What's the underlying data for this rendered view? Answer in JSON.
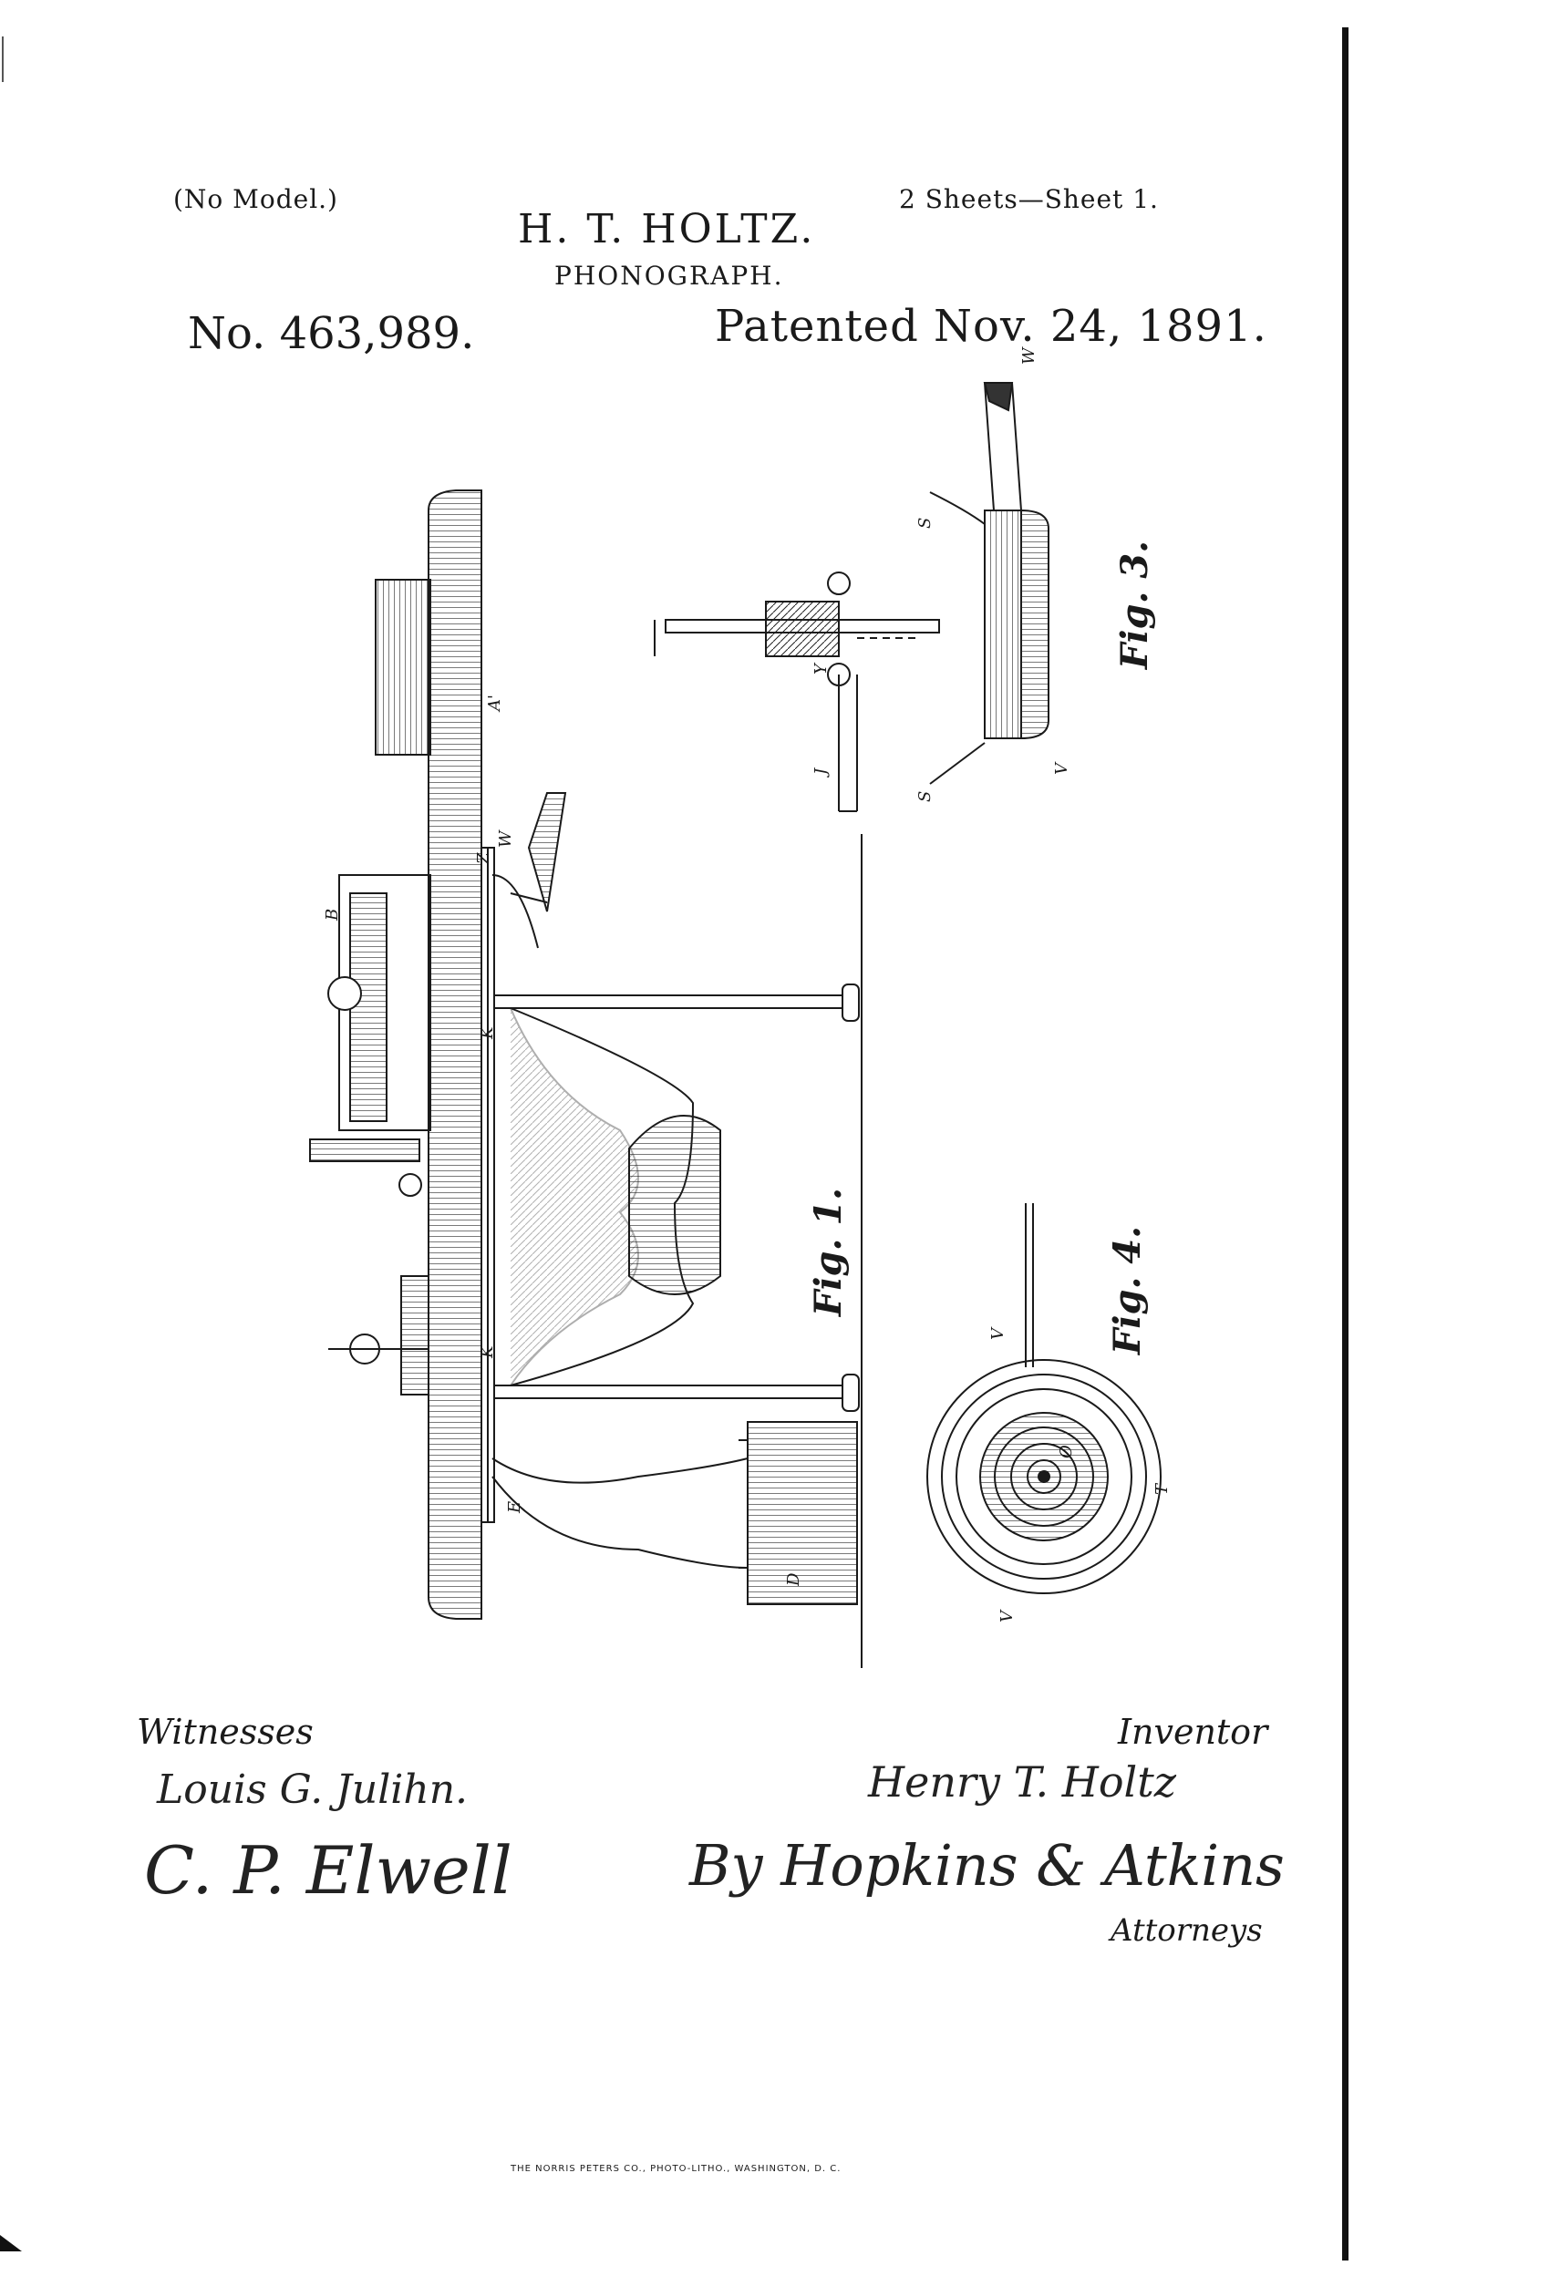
{
  "header": {
    "model_note": "(No Model.)",
    "sheets": "2 Sheets—Sheet 1.",
    "inventor_name": "H. T. HOLTZ.",
    "title": "PHONOGRAPH.",
    "patent_number": "No. 463,989.",
    "patented_date": "Patented Nov. 24, 1891."
  },
  "figures": {
    "fig1": "Fig. 1.",
    "fig3": "Fig. 3.",
    "fig4": "Fig. 4."
  },
  "signatures": {
    "witnesses_label": "Witnesses",
    "witness_1": "Louis G. Julihn.",
    "witness_2": "C. P. Elwell",
    "inventor_label": "Inventor",
    "inventor_signature": "Henry T. Holtz",
    "by_attorneys": "By Hopkins & Atkins",
    "attorneys_label": "Attorneys"
  },
  "footer": {
    "printer": "THE NORRIS PETERS CO., PHOTO-LITHO., WASHINGTON, D. C."
  }
}
